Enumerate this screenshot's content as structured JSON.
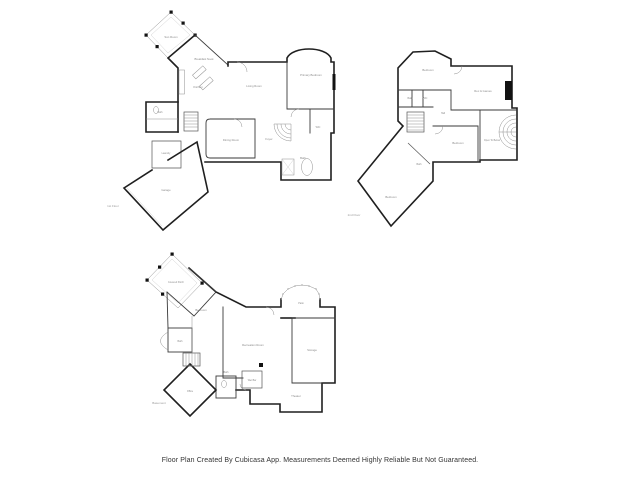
{
  "footer": {
    "disclaimer": "Floor Plan Created By Cubicasa App. Measurements Deemed Highly Reliable But Not Guaranteed."
  },
  "colors": {
    "background": "#ffffff",
    "wall": "#1f1f1f",
    "interior_line": "#8f8f8f",
    "label": "#8a8a8a"
  },
  "floors": [
    {
      "id": "first-floor",
      "tag": "1st Floor",
      "rooms": [
        {
          "label": "Sun Room"
        },
        {
          "label": "Breakfast Nook"
        },
        {
          "label": "Kitchen"
        },
        {
          "label": "Living Room"
        },
        {
          "label": "Primary Bedroom"
        },
        {
          "label": "Dining Room"
        },
        {
          "label": "Foyer"
        },
        {
          "label": "Bath"
        },
        {
          "label": "WIC"
        },
        {
          "label": "Laundry"
        },
        {
          "label": "Bath"
        },
        {
          "label": "Garage"
        }
      ]
    },
    {
      "id": "second-floor",
      "tag": "2nd Floor",
      "rooms": [
        {
          "label": "Bedroom"
        },
        {
          "label": "Rec & Games"
        },
        {
          "label": "Bath"
        },
        {
          "label": "WIC"
        },
        {
          "label": "Hall"
        },
        {
          "label": "Bedroom"
        },
        {
          "label": "Open To Below"
        },
        {
          "label": "Bath"
        },
        {
          "label": "Bedroom"
        }
      ]
    },
    {
      "id": "basement",
      "tag": "Basement",
      "rooms": [
        {
          "label": "Covered Porch"
        },
        {
          "label": "Bedroom"
        },
        {
          "label": "Patio"
        },
        {
          "label": "Recreation Room"
        },
        {
          "label": "Storage"
        },
        {
          "label": "Wet Bar"
        },
        {
          "label": "Theater"
        },
        {
          "label": "Bath"
        },
        {
          "label": "Office"
        },
        {
          "label": "Bath"
        }
      ]
    }
  ]
}
